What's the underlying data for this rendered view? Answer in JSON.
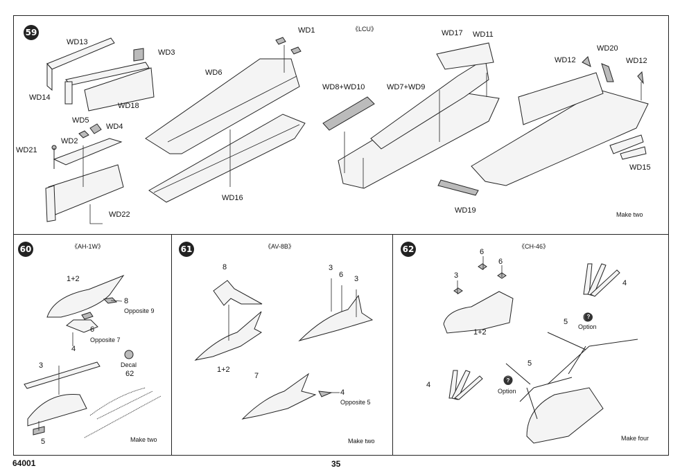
{
  "step59": {
    "number": "59",
    "header": "《LCU》",
    "parts": [
      "WD13",
      "WD3",
      "WD14",
      "WD18",
      "WD5",
      "WD4",
      "WD2",
      "WD21",
      "WD22",
      "WD6",
      "WD1",
      "WD16",
      "WD17",
      "WD11",
      "WD8+WD10",
      "WD7+WD9",
      "WD19",
      "WD12",
      "WD20",
      "WD12",
      "WD15"
    ],
    "note": "Make two"
  },
  "step60": {
    "number": "60",
    "header": "《AH-1W》",
    "label_1_2": "1+2",
    "label_8": "8",
    "label_opp9": "Opposite 9",
    "label_6": "6",
    "label_opp7": "Opposite 7",
    "label_4": "4",
    "label_decal": "Decal",
    "label_62": "62",
    "label_3": "3",
    "label_5": "5",
    "note": "Make two"
  },
  "step61": {
    "number": "61",
    "header": "《AV-8B》",
    "label_8": "8",
    "label_1_2": "1+2",
    "label_3a": "3",
    "label_6": "6",
    "label_3b": "3",
    "label_7": "7",
    "label_4": "4",
    "label_opp5": "Opposite 5",
    "note": "Make two"
  },
  "step62": {
    "number": "62",
    "header": "《CH-46》",
    "label_6a": "6",
    "label_6b": "6",
    "label_3": "3",
    "label_1_2": "1+2",
    "label_4a": "4",
    "label_5a": "5",
    "label_option_a": "Option",
    "label_5b": "5",
    "label_4b": "4",
    "label_option_b": "Option",
    "note": "Make four",
    "option_icon": "?"
  },
  "footer": {
    "code": "64001",
    "page": "35"
  }
}
